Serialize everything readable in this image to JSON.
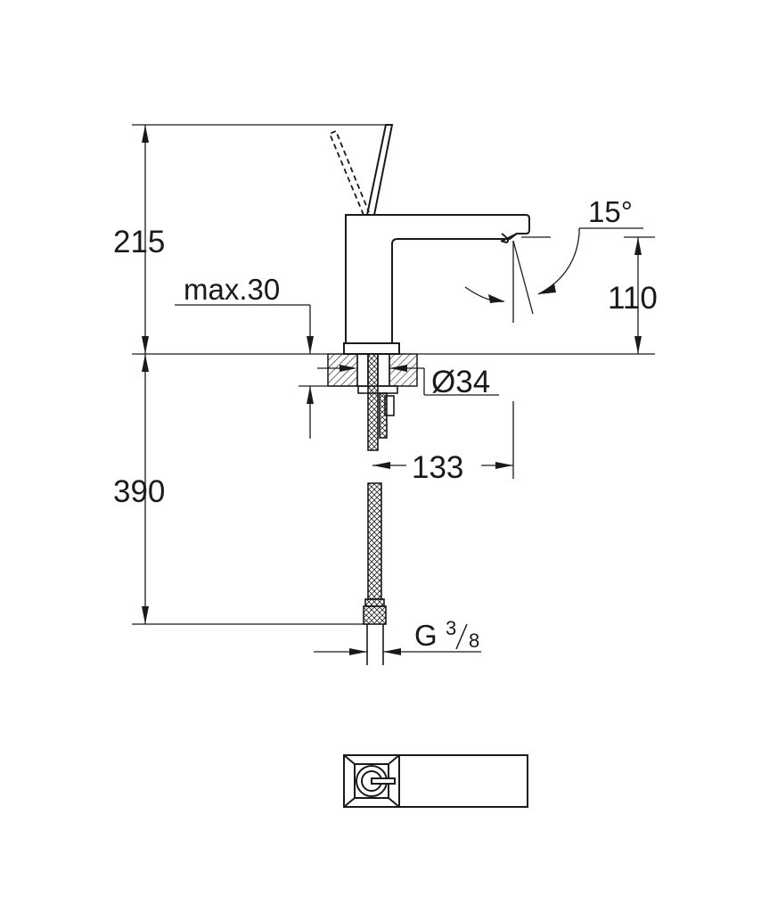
{
  "dimensions": {
    "overall_height": "215",
    "spout_height": "110",
    "spray_angle": "15°",
    "deck_thickness": "max.30",
    "hole_diameter": "Ø34",
    "spout_reach": "133",
    "hose_length": "390",
    "connection_thread_prefix": "G",
    "connection_thread_numerator": "3",
    "connection_thread_denominator": "8"
  },
  "colors": {
    "line": "#1a1a1a",
    "background": "#ffffff"
  }
}
